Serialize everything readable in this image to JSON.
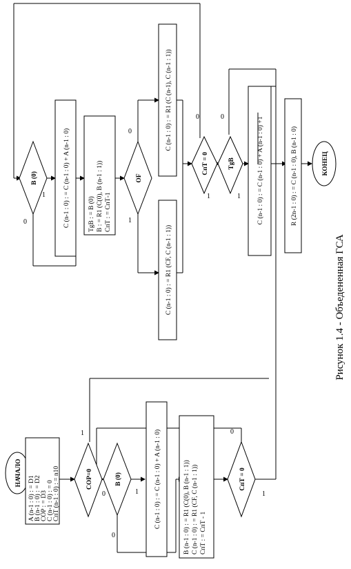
{
  "start": "НАЧАЛО",
  "end": "КОНЕЦ",
  "init_block": [
    "A (n-1 : 0) : = D1",
    "B (n-1 : 0) : = D2",
    "COP : = D3",
    "C (n-1 : 0) : = 0",
    "СпТ (n-1 : 0) : = n10"
  ],
  "cop_cond": "COP=0",
  "b0_cond": "B (0)",
  "b0_cond2": "B (0)",
  "add_block_left": "C (n-1 : 0) : = C (n-1 : 0) + A (n-1 : 0)",
  "shift_block_left": [
    "B (n-1 : 0) : = R1 (C(0), B (n-1 : 1))",
    "C (n-1 : 0) : = R1 (CF, C (n-1 : 1))",
    "СпТ : = СпТ - 1"
  ],
  "spt_cond_left": "СпТ = 0",
  "add_block_top": "C (n-1 : 0) : = C (n-1 : 0) + A (n-1 : 0)",
  "mid_block": [
    "TgB : = B (0)",
    "B : = R1 (C(0), B (n-1 : 1))",
    "СпТ : = СпТ-1"
  ],
  "of_cond": "OF",
  "shift_block_cf": "C (n-1 : 0) : = R1 (CF, C (n-1 : 1))",
  "shift_block_cn": "C (n-1 : 0) : = R1 (C (n-1), C (n-1 : 1))",
  "spt_cond_right": "СпТ = 0",
  "tgb_cond": "TgB",
  "add_block_right": "C (n-1 : 0) : = C (n-1 : 0) + A (n-1 : 0) +1",
  "result_block": "R (2n-1 : 0) : = C (n-1 : 0), B (n-1 : 0)",
  "labels": {
    "zero": "0",
    "one": "1"
  },
  "caption": "Рисунок 1.4 - Объедененная ГСА"
}
